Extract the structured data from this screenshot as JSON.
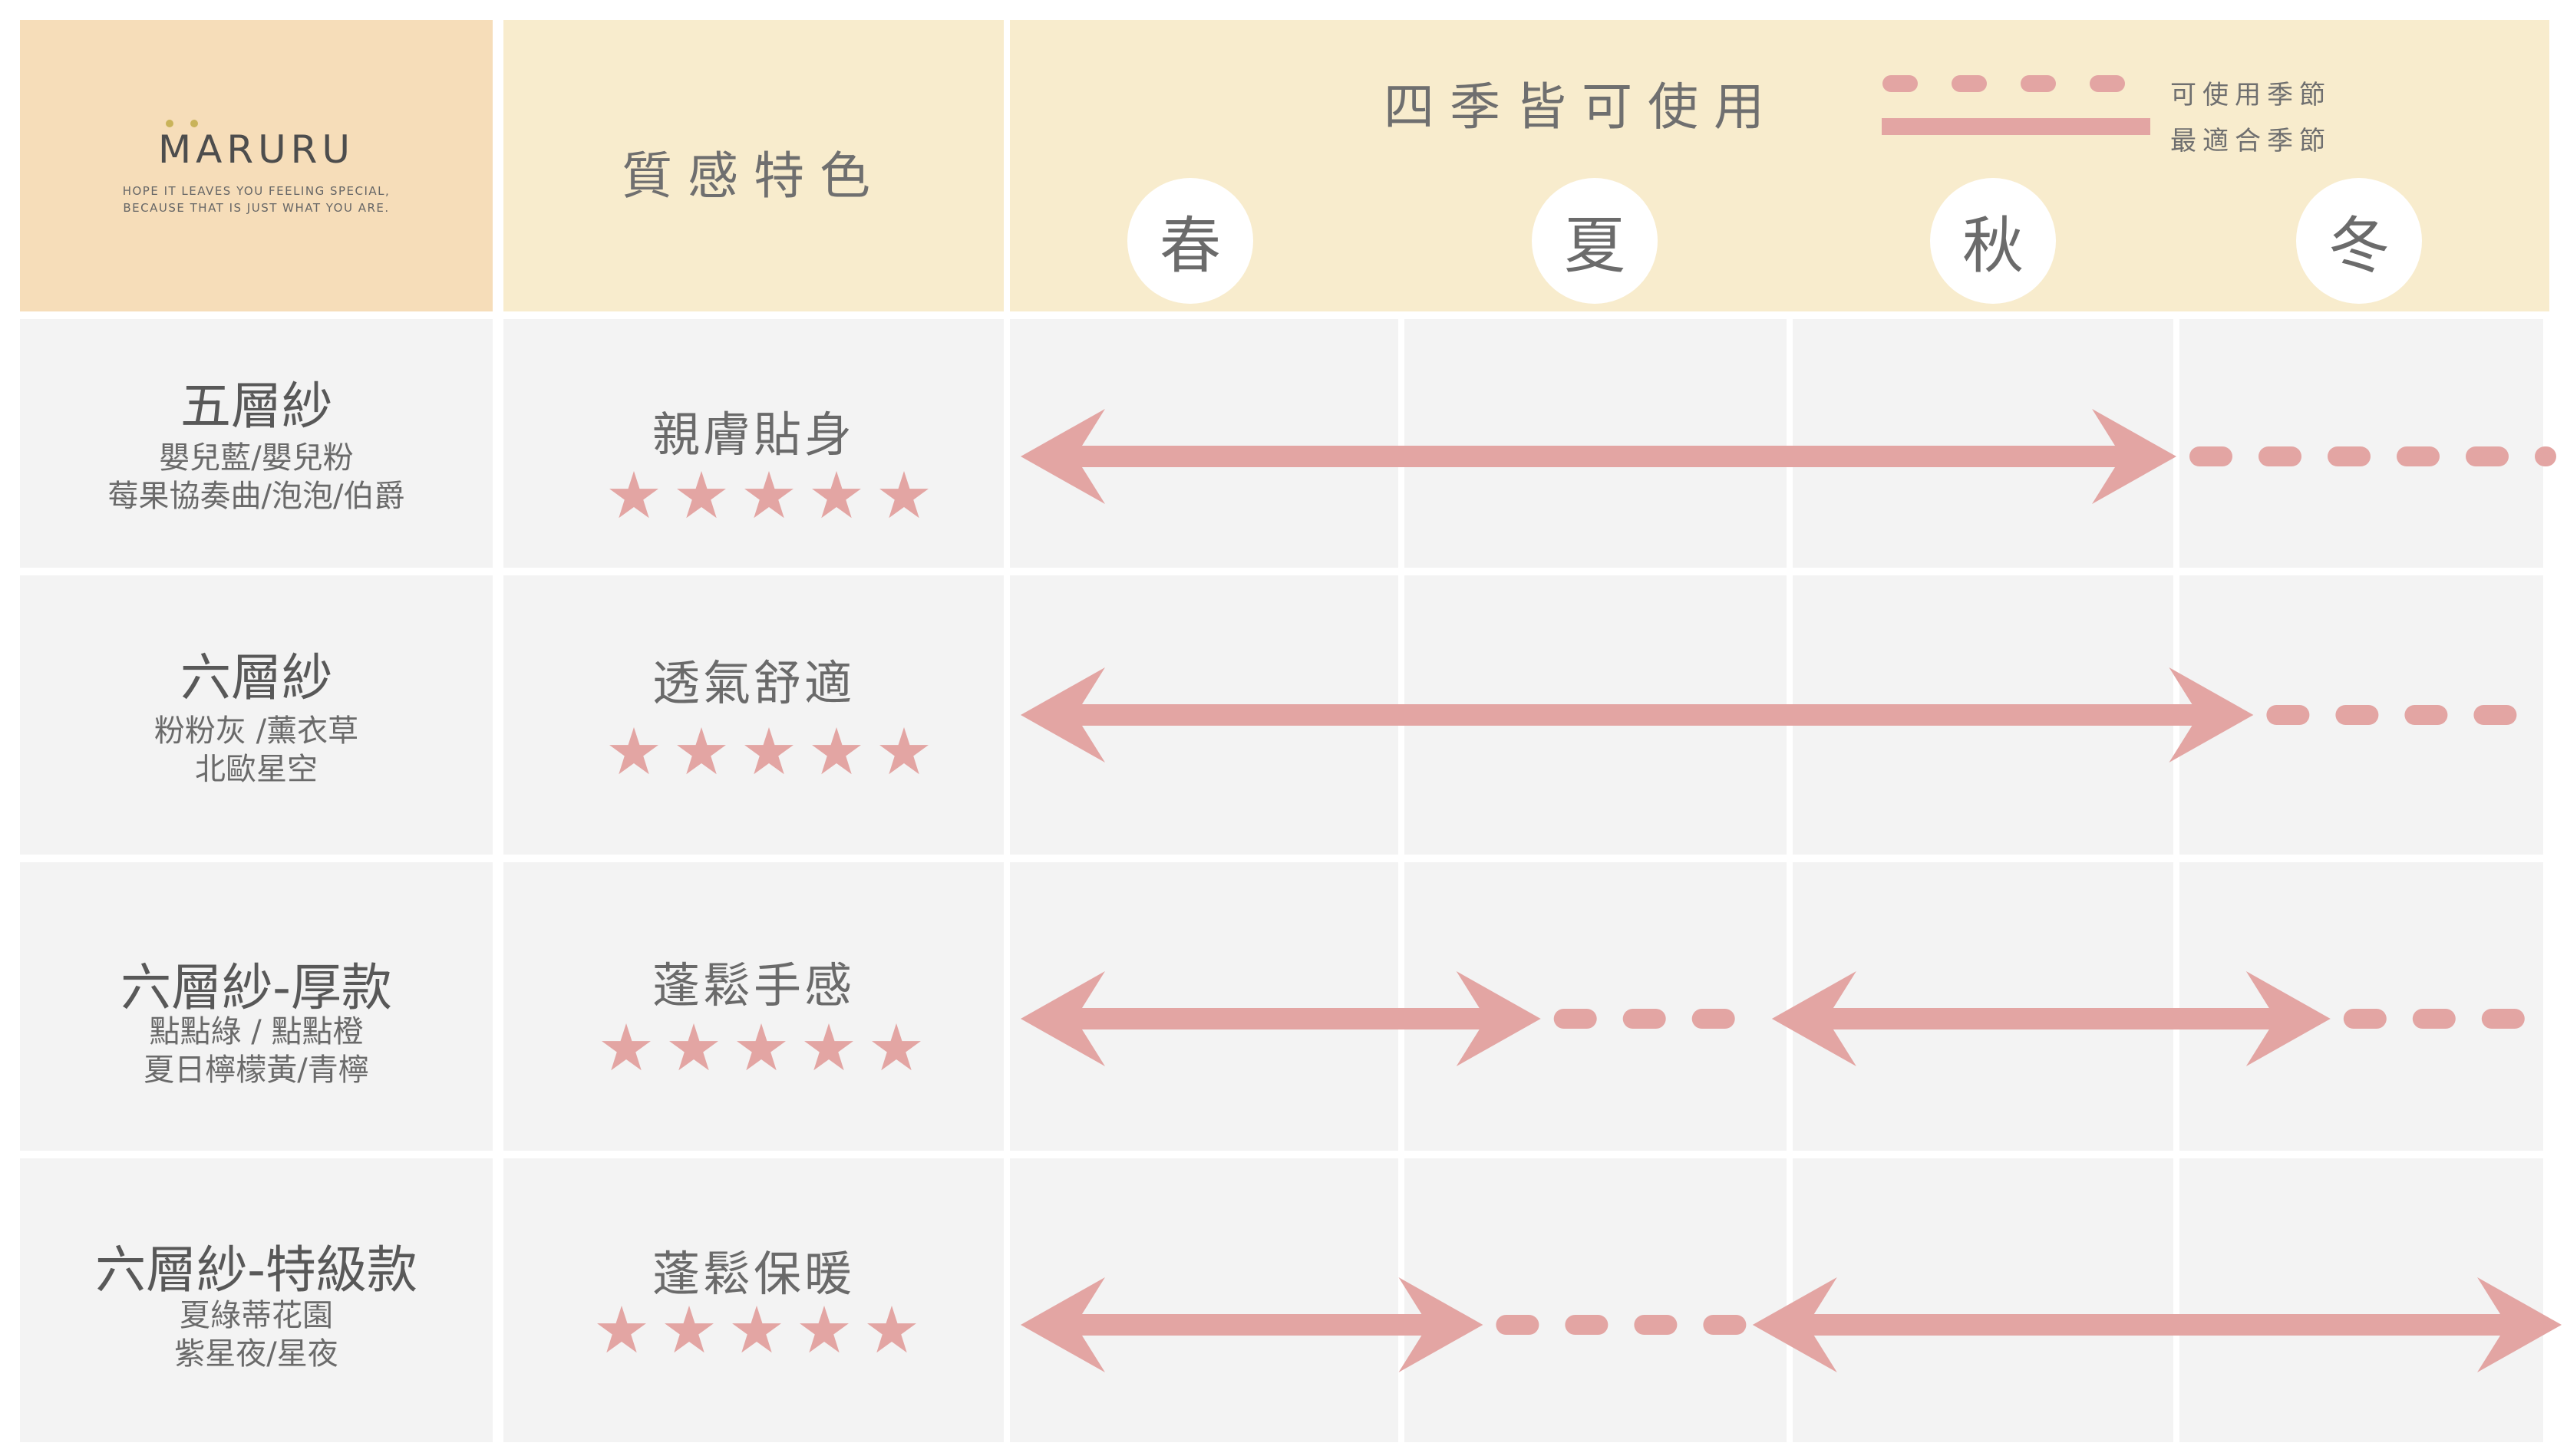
{
  "brand": {
    "name": "MARURU",
    "tagline_1": "HOPE IT LEAVES YOU FEELING SPECIAL,",
    "tagline_2": "BECAUSE THAT  IS JUST WHAT YOU ARE."
  },
  "header": {
    "quality_title": "質感特色",
    "all_season_title": "四季皆可使用",
    "seasons": [
      "春",
      "夏",
      "秋",
      "冬"
    ],
    "legend": [
      {
        "style": "dashed",
        "label": "可使用季節"
      },
      {
        "style": "solid",
        "label": "最適合季節"
      }
    ]
  },
  "colors": {
    "arrow": "#e3a5a3",
    "header_bg": "#f8eccd",
    "logo_bg": "#f6ddb9",
    "body_bg": "#f3f3f3",
    "star": "#e3a5a3"
  },
  "rows": [
    {
      "name": "五層紗",
      "sub_1": "嬰兒藍/嬰兒粉",
      "sub_2": "莓果協奏曲/泡泡/伯爵",
      "feature": "親膚貼身",
      "rating": 5,
      "solid": [
        [
          0,
          3
        ]
      ],
      "dashed": [
        [
          3,
          4
        ]
      ]
    },
    {
      "name": "六層紗",
      "sub_1": "粉粉灰 /薰衣草",
      "sub_2": "北歐星空",
      "feature": "透氣舒適",
      "rating": 5,
      "solid": [
        [
          0,
          3.2
        ]
      ],
      "dashed": [
        [
          3.2,
          4
        ]
      ]
    },
    {
      "name": "六層紗-厚款",
      "sub_1": "點點綠 / 點點橙",
      "sub_2": "夏日檸檬黃/青檸",
      "feature": "蓬鬆手感",
      "rating": 5,
      "solid": [
        [
          0,
          1.35
        ],
        [
          1.95,
          3.4
        ]
      ],
      "dashed": [
        [
          1.35,
          1.95
        ],
        [
          3.4,
          4
        ]
      ]
    },
    {
      "name": "六層紗-特級款",
      "sub_1": "夏綠蒂花園",
      "sub_2": "紫星夜/星夜",
      "feature": "蓬鬆保暖",
      "rating": 5,
      "solid": [
        [
          0,
          1.2
        ],
        [
          1.9,
          4
        ]
      ],
      "dashed": [
        [
          1.2,
          1.9
        ]
      ]
    }
  ]
}
